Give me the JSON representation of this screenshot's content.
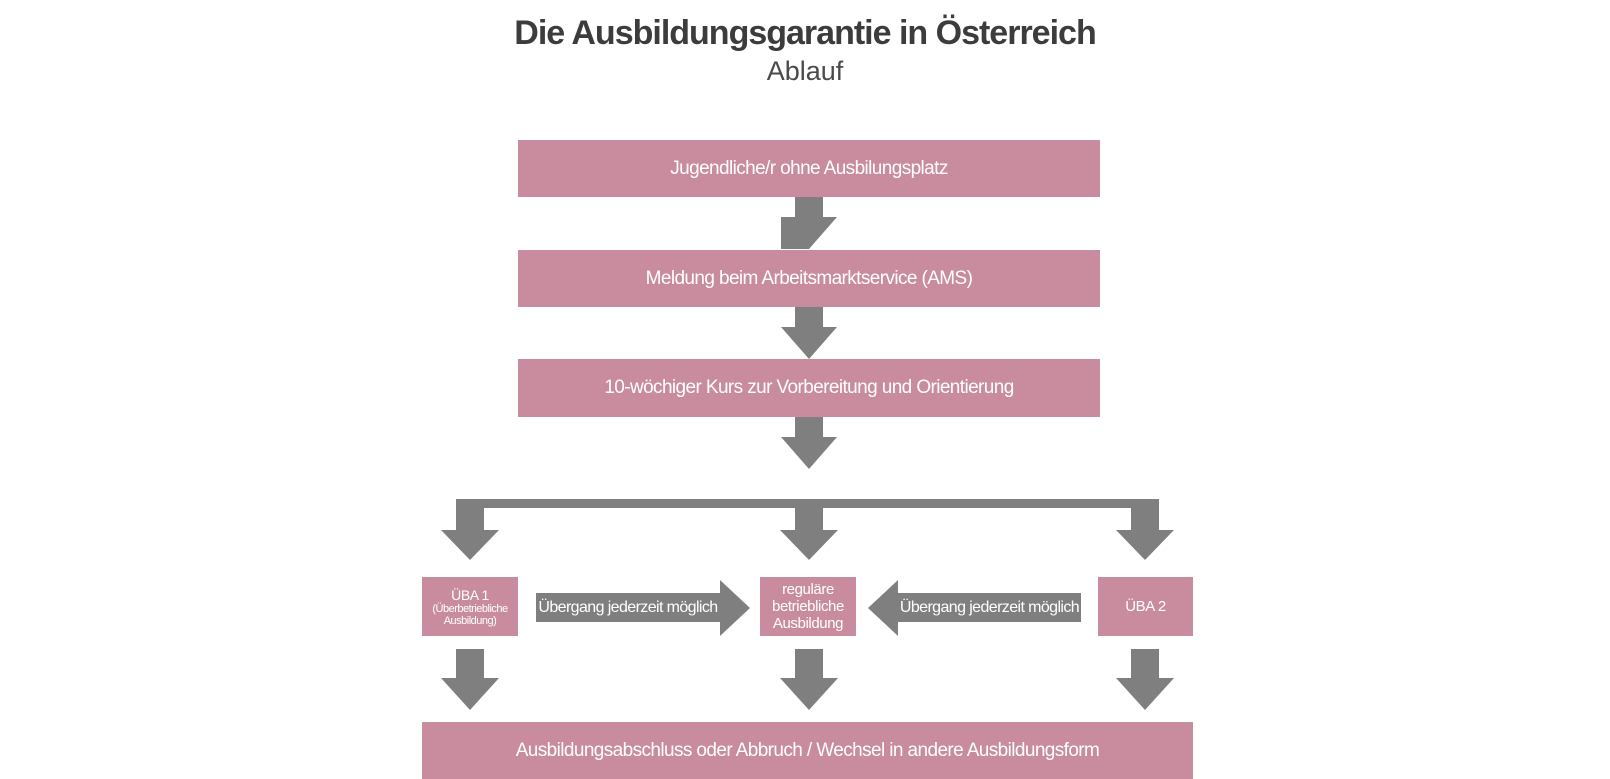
{
  "title": "Die Ausbildungsgarantie in Österreich",
  "subtitle": "Ablauf",
  "colors": {
    "box": "#c98c9e",
    "arrow": "#7f7f7f",
    "title": "#3c3c3c"
  },
  "steps": [
    "Jugendliche/r ohne Ausbilungsplatz",
    "Meldung beim Arbeitsmarktservice (AMS)",
    "10-wöchiger Kurs zur Vorbereitung und Orientierung"
  ],
  "options": {
    "uba1": {
      "label": "ÜBA 1",
      "sub": "(Überbetriebliche Ausbildung)"
    },
    "regular": "reguläre betriebliche Ausbildung",
    "uba2": "ÜBA 2"
  },
  "transitions": {
    "left": "Übergang jederzeit möglich",
    "right": "Übergang jederzeit möglich"
  },
  "result": "Ausbildungsabschluss oder Abbruch / Wechsel in andere Ausbildungsform"
}
